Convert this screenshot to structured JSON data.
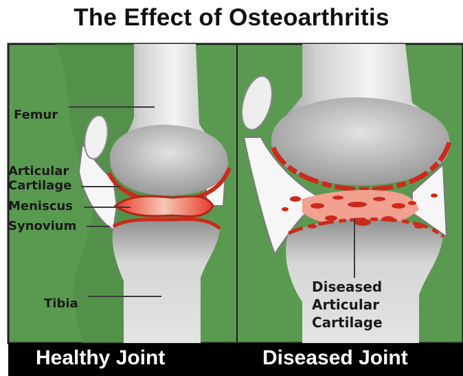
{
  "title": "The Effect of Osteoarthritis",
  "panels": {
    "healthy": {
      "label": "Healthy Joint",
      "annotations": {
        "femur": "Femur",
        "articular_cartilage_1": "Articular",
        "articular_cartilage_2": "Cartilage",
        "meniscus": "Meniscus",
        "synovium": "Synovium",
        "tibia": "Tibia"
      }
    },
    "diseased": {
      "label": "Diseased Joint",
      "annotations": {
        "line1": "Diseased",
        "line2": "Articular",
        "line3": "Cartilage"
      }
    }
  },
  "colors": {
    "background_tissue": "#5a9a50",
    "bone": "#d8d8d8",
    "cartilage": "#cc2a1a",
    "footer": "#000000"
  }
}
